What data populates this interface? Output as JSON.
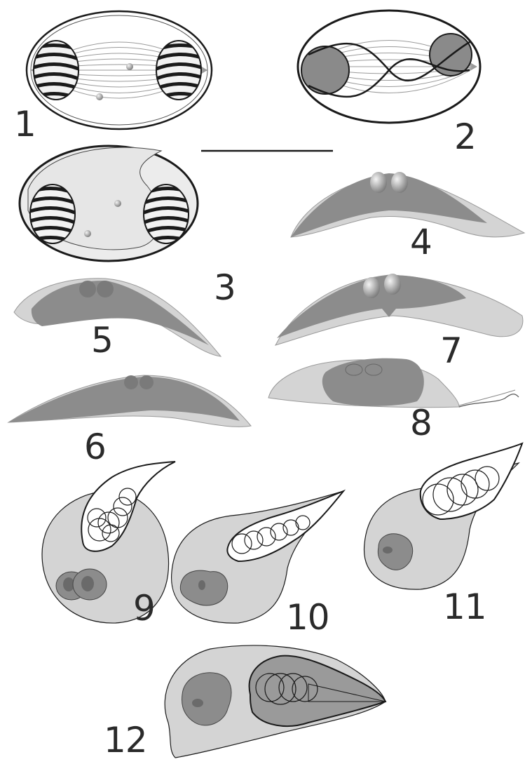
{
  "plate": {
    "figures": [
      {
        "label": "1"
      },
      {
        "label": "2"
      },
      {
        "label": "3"
      },
      {
        "label": "4"
      },
      {
        "label": "5"
      },
      {
        "label": "6"
      },
      {
        "label": "7"
      },
      {
        "label": "8"
      },
      {
        "label": "9"
      },
      {
        "label": "10"
      },
      {
        "label": "11"
      },
      {
        "label": "12"
      }
    ]
  },
  "colors": {
    "cell_dark": "#8c8c8c",
    "cell_light": "#d4d4d4",
    "line": "#1a1a1a",
    "spindle": "#9a9a9a"
  }
}
